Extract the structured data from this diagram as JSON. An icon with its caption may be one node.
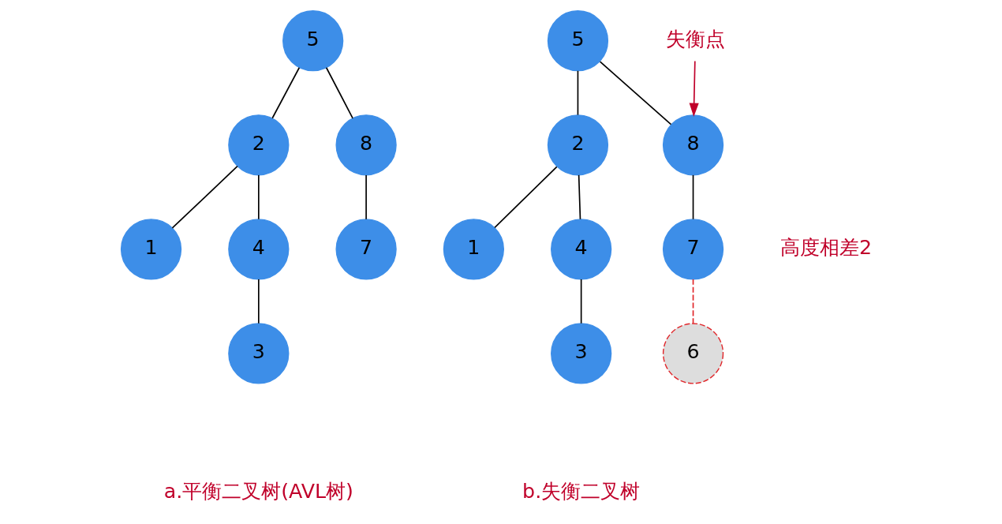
{
  "diagram": {
    "nodes": [
      {
        "text": [
          "5"
        ]
      },
      {
        "text": [
          "2"
        ]
      },
      {
        "text": [
          "8"
        ]
      },
      {
        "text": [
          "1"
        ]
      },
      {
        "text": [
          "4"
        ]
      },
      {
        "text": [
          "7"
        ]
      },
      {
        "text": [
          "3"
        ]
      },
      {
        "text": [
          "5"
        ]
      },
      {
        "text": [
          "2"
        ]
      },
      {
        "text": [
          "8"
        ]
      },
      {
        "text": [
          "1"
        ]
      },
      {
        "text": [
          "4"
        ]
      },
      {
        "text": [
          "7"
        ]
      },
      {
        "text": [
          "3"
        ]
      },
      {
        "text": [
          "6"
        ]
      },
      {
        "text": [
          "失衡点"
        ]
      }
    ],
    "edges": [
      {
        "from": 0,
        "to": 1,
        "arrow": "none"
      },
      {
        "from": 0,
        "to": 2,
        "arrow": "none"
      },
      {
        "from": 1,
        "to": 3,
        "arrow": "none"
      },
      {
        "from": 1,
        "to": 4,
        "arrow": "none"
      },
      {
        "from": 2,
        "to": 5,
        "arrow": "none"
      },
      {
        "from": 4,
        "to": 6,
        "arrow": "none"
      },
      {
        "from": 7,
        "to": 8,
        "arrow": "none"
      },
      {
        "from": 7,
        "to": 9,
        "arrow": "none"
      },
      {
        "from": 8,
        "to": 10,
        "arrow": "none"
      },
      {
        "from": 8,
        "to": 11,
        "arrow": "none"
      },
      {
        "from": 9,
        "to": 12,
        "arrow": "none"
      },
      {
        "from": 11,
        "to": 13,
        "arrow": "none"
      },
      {
        "from": 12,
        "to": 14,
        "arrow": "none",
        "style": "dashed",
        "color": "#e0262a"
      },
      {
        "from": 15,
        "to": 9,
        "arrow": "to",
        "color": "#c0002a"
      }
    ],
    "labels": [
      "高度相差2",
      "a.平衡二叉树(AVL树)",
      "b.失衡二叉树"
    ]
  }
}
